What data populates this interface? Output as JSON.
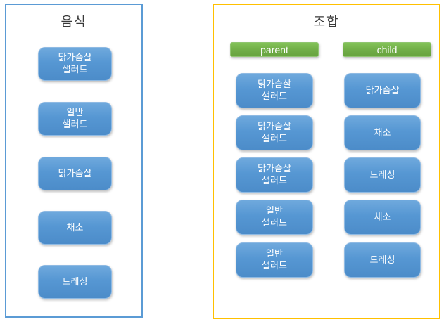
{
  "food": {
    "title": "음식",
    "items": [
      "닭가슴살\n샐러드",
      "일반\n샐러드",
      "닭가슴살",
      "채소",
      "드레싱"
    ]
  },
  "combination": {
    "title": "조합",
    "parent": {
      "header": "parent",
      "items": [
        "닭가슴살\n샐러드",
        "닭가슴살\n샐러드",
        "닭가슴살\n샐러드",
        "일반\n샐러드",
        "일반\n샐러드"
      ]
    },
    "child": {
      "header": "child",
      "items": [
        "닭가슴살",
        "채소",
        "드레싱",
        "채소",
        "드레싱"
      ]
    }
  },
  "colors": {
    "item_box_gradient_top": "#6FA9DD",
    "item_box_gradient_bottom": "#4C8CC9",
    "item_box_border": "#8FBAE3",
    "column_header_gradient_top": "#83C258",
    "column_header_gradient_bottom": "#67A33E",
    "food_panel_border": "#5B9BD5",
    "combination_panel_border": "#FFC000",
    "item_text": "#FFFFFF",
    "title_text": "#3A3A3A"
  }
}
